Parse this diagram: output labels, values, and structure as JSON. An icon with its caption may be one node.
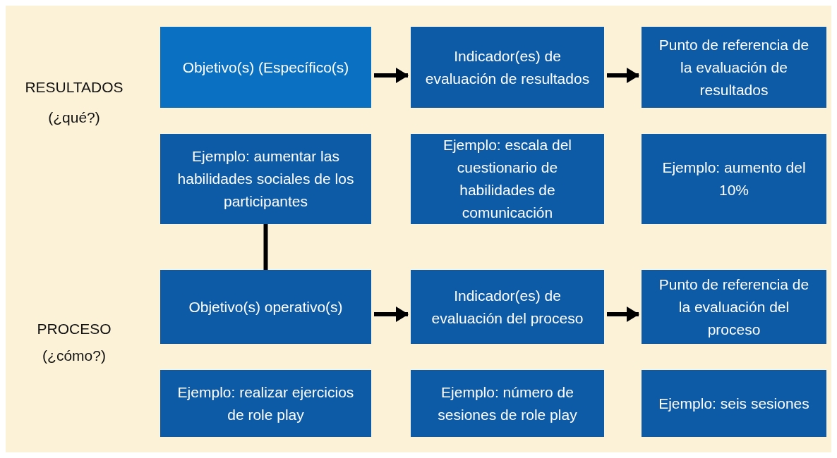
{
  "diagram": {
    "nodes": [
      {
        "text": [
          "Objetivo(s) (Específico(s)"
        ]
      },
      {
        "text": [
          "Indicador(es) de evaluación de resultados"
        ]
      },
      {
        "text": [
          "Punto de referencia de la evaluación de resultados"
        ]
      },
      {
        "text": [
          "Ejemplo: aumentar las habilidades sociales de los participantes"
        ]
      },
      {
        "text": [
          "Ejemplo: escala del cuestionario de habilidades de comunicación"
        ]
      },
      {
        "text": [
          "Ejemplo: aumento del 10%"
        ]
      },
      {
        "text": [
          "Objetivo(s) operativo(s)"
        ]
      },
      {
        "text": [
          "Indicador(es) de evaluación del proceso"
        ]
      },
      {
        "text": [
          "Punto de referencia de la evaluación del proceso"
        ]
      },
      {
        "text": [
          "Ejemplo: realizar ejercicios de role play"
        ]
      },
      {
        "text": [
          "Ejemplo: número de sesiones de role play"
        ]
      },
      {
        "text": [
          "Ejemplo: seis sesiones"
        ]
      }
    ],
    "edges": [
      {
        "from": 0,
        "to": 1,
        "arrow": "to"
      },
      {
        "from": 1,
        "to": 2,
        "arrow": "to"
      },
      {
        "from": 3,
        "to": 6,
        "arrow": "none"
      },
      {
        "from": 6,
        "to": 7,
        "arrow": "to"
      },
      {
        "from": 7,
        "to": 8,
        "arrow": "to"
      }
    ],
    "labels": [
      "RESULTADOS",
      "(¿qué?)",
      "PROCESO",
      "(¿cómo?)"
    ]
  }
}
